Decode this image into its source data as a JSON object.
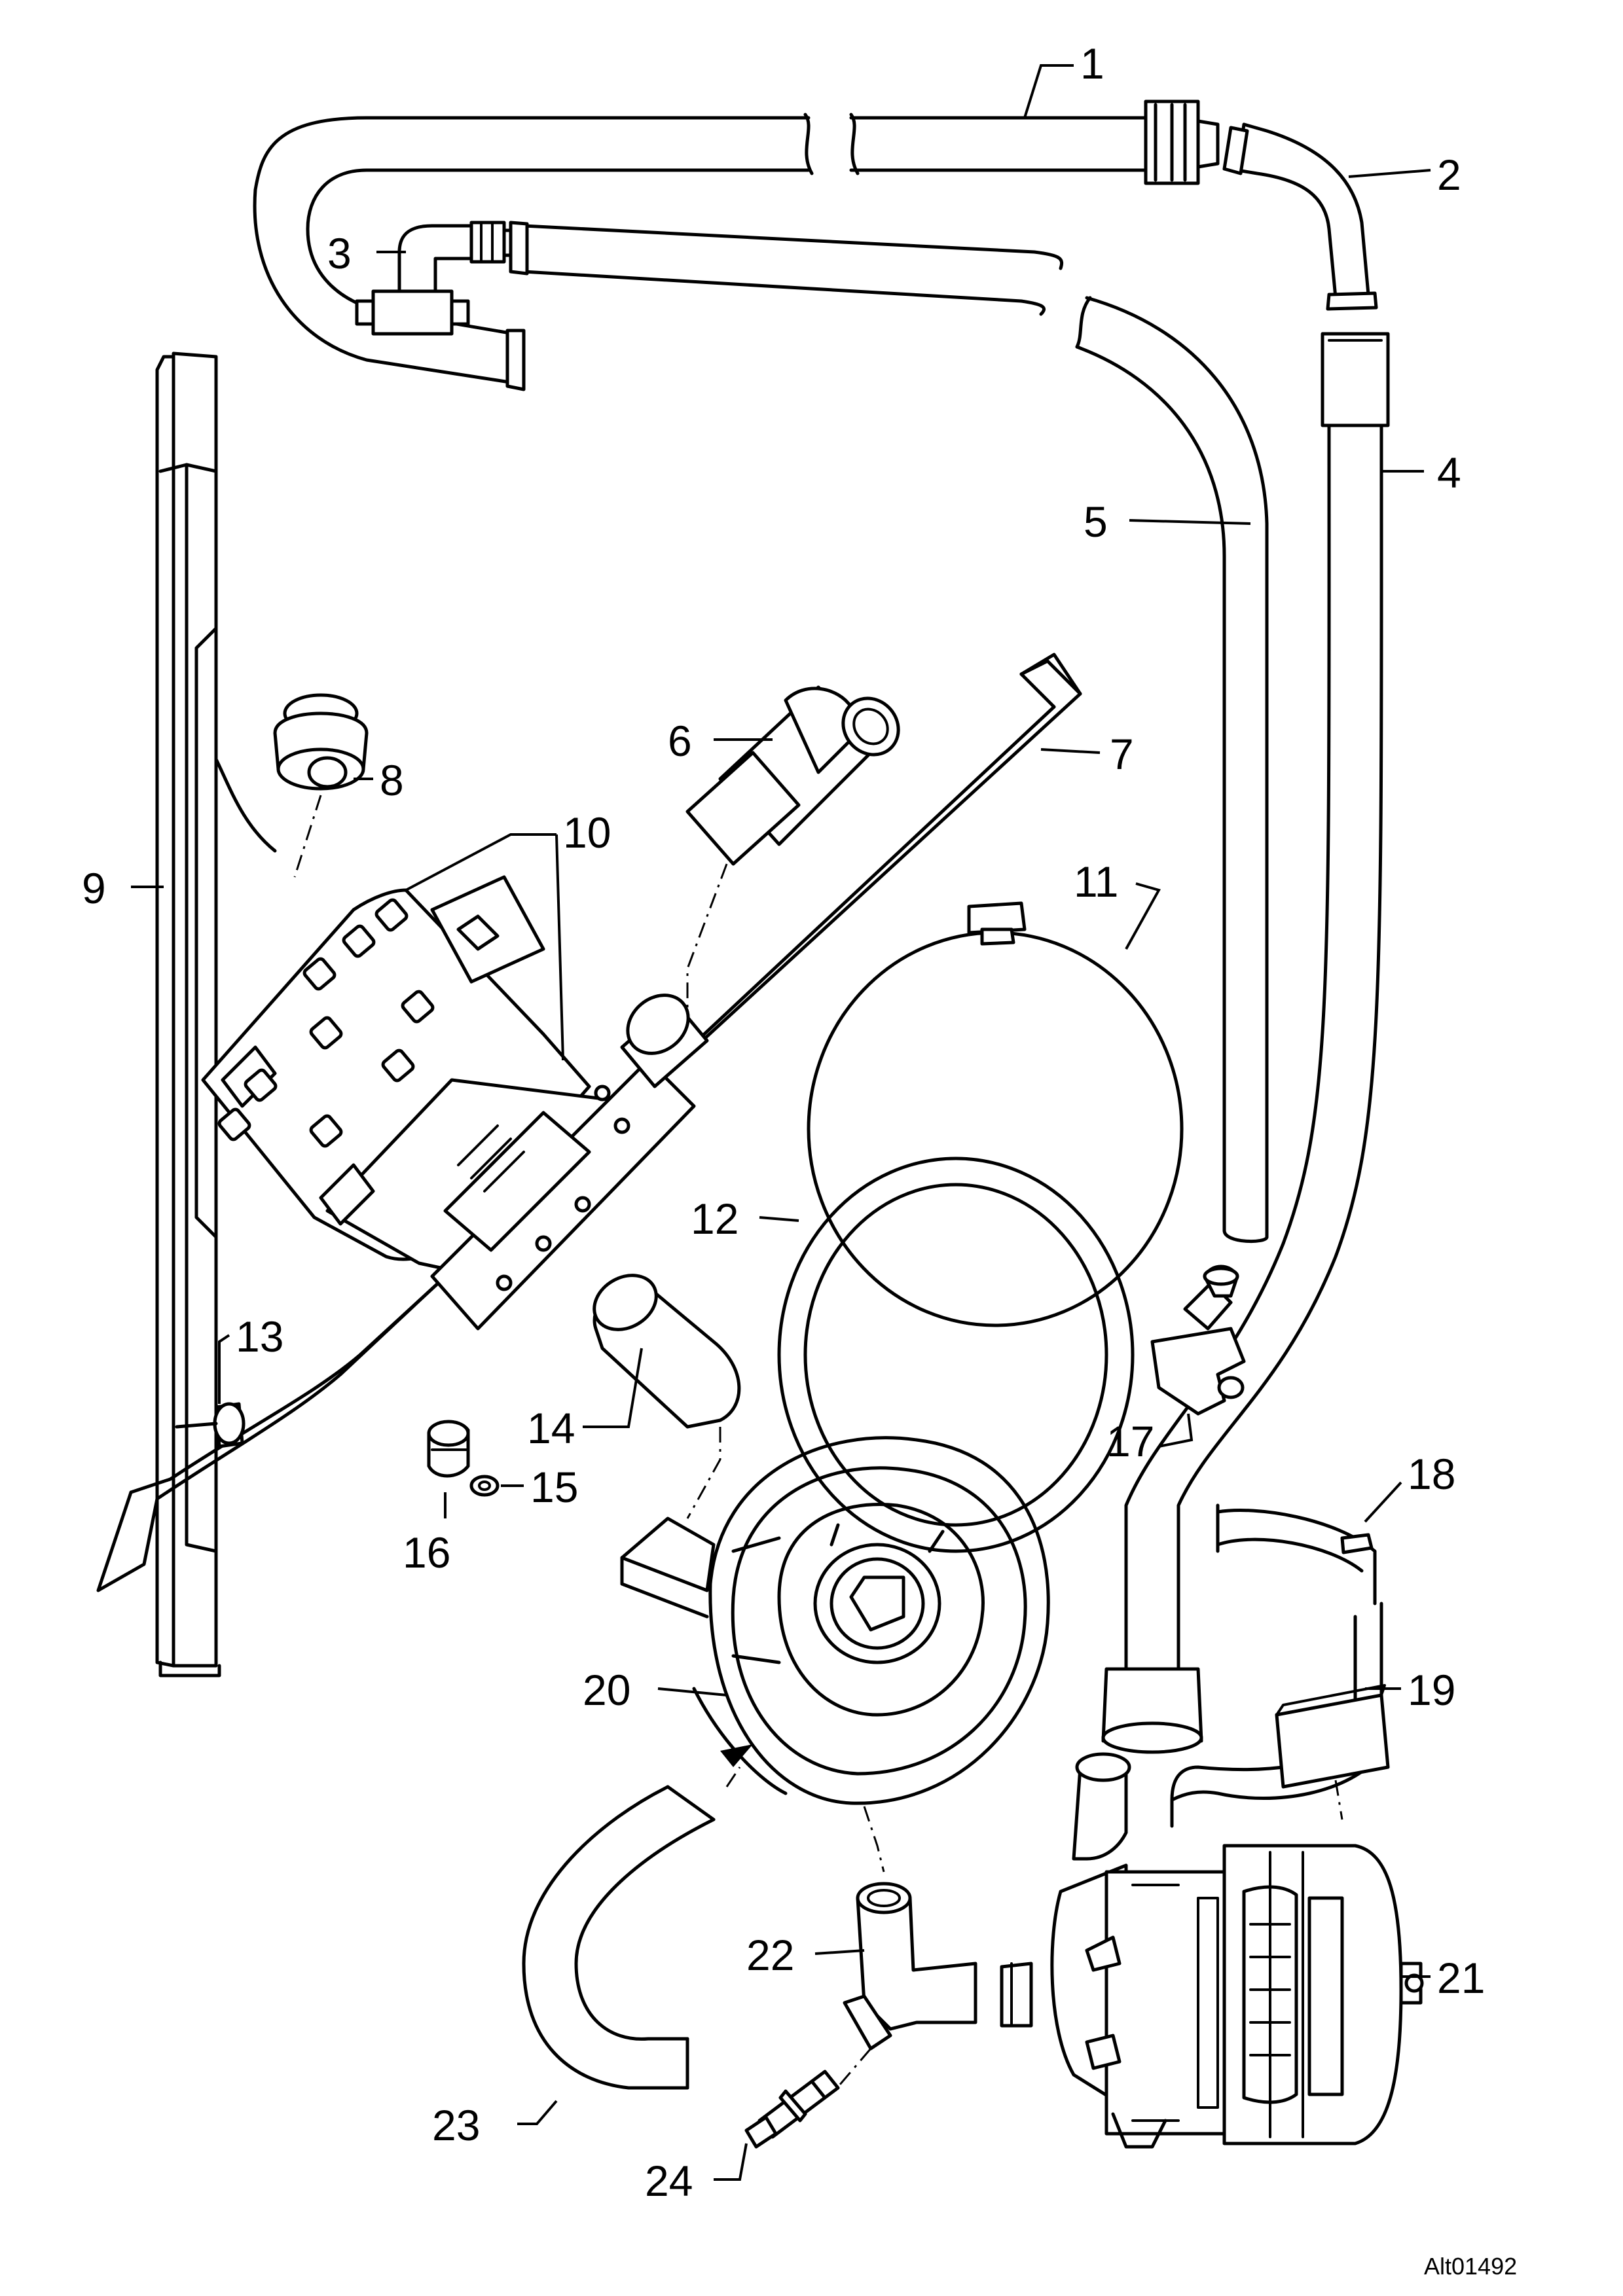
{
  "figure_id": "Alt01492",
  "callouts": [
    {
      "number": "1",
      "part": "hose-upper"
    },
    {
      "number": "2",
      "part": "elbow-hose"
    },
    {
      "number": "3",
      "part": "elbow-fitting"
    },
    {
      "number": "4",
      "part": "hose-right-vertical"
    },
    {
      "number": "5",
      "part": "hose-curved-drain"
    },
    {
      "number": "6",
      "part": "tee-elbow-fitting"
    },
    {
      "number": "7",
      "part": "support-bar"
    },
    {
      "number": "8",
      "part": "grommet"
    },
    {
      "number": "9",
      "part": "side-frame"
    },
    {
      "number": "10",
      "part": "valve-assembly"
    },
    {
      "number": "11",
      "part": "hose-clamp-large"
    },
    {
      "number": "12",
      "part": "gasket-ring"
    },
    {
      "number": "13",
      "part": "plug-fitting"
    },
    {
      "number": "14",
      "part": "hose-sleeve"
    },
    {
      "number": "15",
      "part": "washer"
    },
    {
      "number": "16",
      "part": "nipple-fitting"
    },
    {
      "number": "17",
      "part": "check-valve"
    },
    {
      "number": "18",
      "part": "mounting-strap"
    },
    {
      "number": "19",
      "part": "pad"
    },
    {
      "number": "20",
      "part": "filter-housing"
    },
    {
      "number": "21",
      "part": "pump-motor"
    },
    {
      "number": "22",
      "part": "elbow-connector"
    },
    {
      "number": "23",
      "part": "hose-u-bend"
    },
    {
      "number": "24",
      "part": "drain-valve"
    }
  ]
}
